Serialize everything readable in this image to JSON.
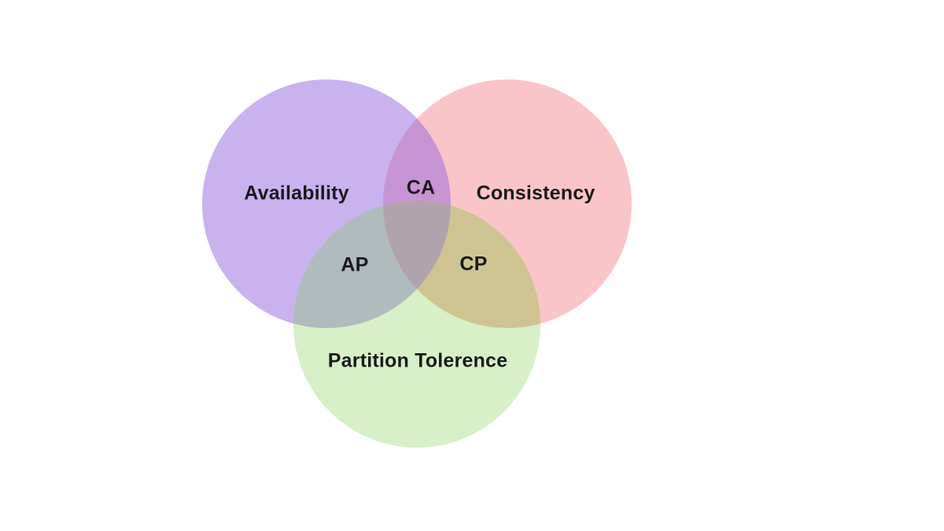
{
  "canvas": {
    "background": "#ffffff",
    "text_color": "#1a1a1a"
  },
  "diagram": {
    "type": "venn",
    "circles": [
      {
        "id": "availability",
        "label": "Availability",
        "color": "#c9b2ee"
      },
      {
        "id": "consistency",
        "label": "Consistency",
        "color": "#f9c5c8"
      },
      {
        "id": "partition-tolerance",
        "label": "Partition Tolerence",
        "color": "#d7f0c7"
      }
    ],
    "overlaps": [
      {
        "id": "ca",
        "label": "CA",
        "color": "#c795d3"
      },
      {
        "id": "ap",
        "label": "AP",
        "color": "#afbbbd"
      },
      {
        "id": "cp",
        "label": "CP",
        "color": "#cfc491"
      },
      {
        "id": "center",
        "label": "",
        "color": "#b1a3ab"
      }
    ]
  }
}
